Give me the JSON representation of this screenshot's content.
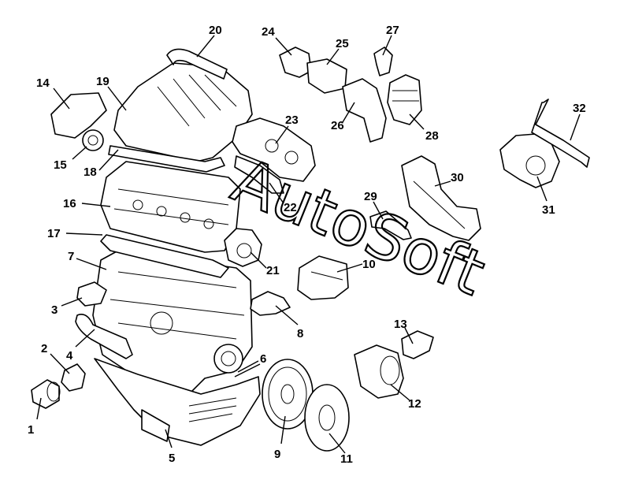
{
  "diagram": {
    "parts": [
      {
        "id": "p1",
        "number": "1"
      },
      {
        "id": "p2",
        "number": "2"
      },
      {
        "id": "p3",
        "number": "3"
      },
      {
        "id": "p4",
        "number": "4"
      },
      {
        "id": "p5",
        "number": "5"
      },
      {
        "id": "p6",
        "number": "6"
      },
      {
        "id": "p7",
        "number": "7"
      },
      {
        "id": "p8",
        "number": "8"
      },
      {
        "id": "p9",
        "number": "9"
      },
      {
        "id": "p10",
        "number": "10"
      },
      {
        "id": "p11",
        "number": "11"
      },
      {
        "id": "p12",
        "number": "12"
      },
      {
        "id": "p13",
        "number": "13"
      },
      {
        "id": "p14",
        "number": "14"
      },
      {
        "id": "p15",
        "number": "15"
      },
      {
        "id": "p16",
        "number": "16"
      },
      {
        "id": "p17",
        "number": "17"
      },
      {
        "id": "p18",
        "number": "18"
      },
      {
        "id": "p19",
        "number": "19"
      },
      {
        "id": "p20",
        "number": "20"
      },
      {
        "id": "p21",
        "number": "21"
      },
      {
        "id": "p22",
        "number": "22"
      },
      {
        "id": "p23",
        "number": "23"
      },
      {
        "id": "p24",
        "number": "24"
      },
      {
        "id": "p25",
        "number": "25"
      },
      {
        "id": "p26",
        "number": "26"
      },
      {
        "id": "p27",
        "number": "27"
      },
      {
        "id": "p28",
        "number": "28"
      },
      {
        "id": "p29",
        "number": "29"
      },
      {
        "id": "p30",
        "number": "30"
      },
      {
        "id": "p31",
        "number": "31"
      },
      {
        "id": "p32",
        "number": "32"
      }
    ],
    "watermark": "AutoSoft"
  }
}
